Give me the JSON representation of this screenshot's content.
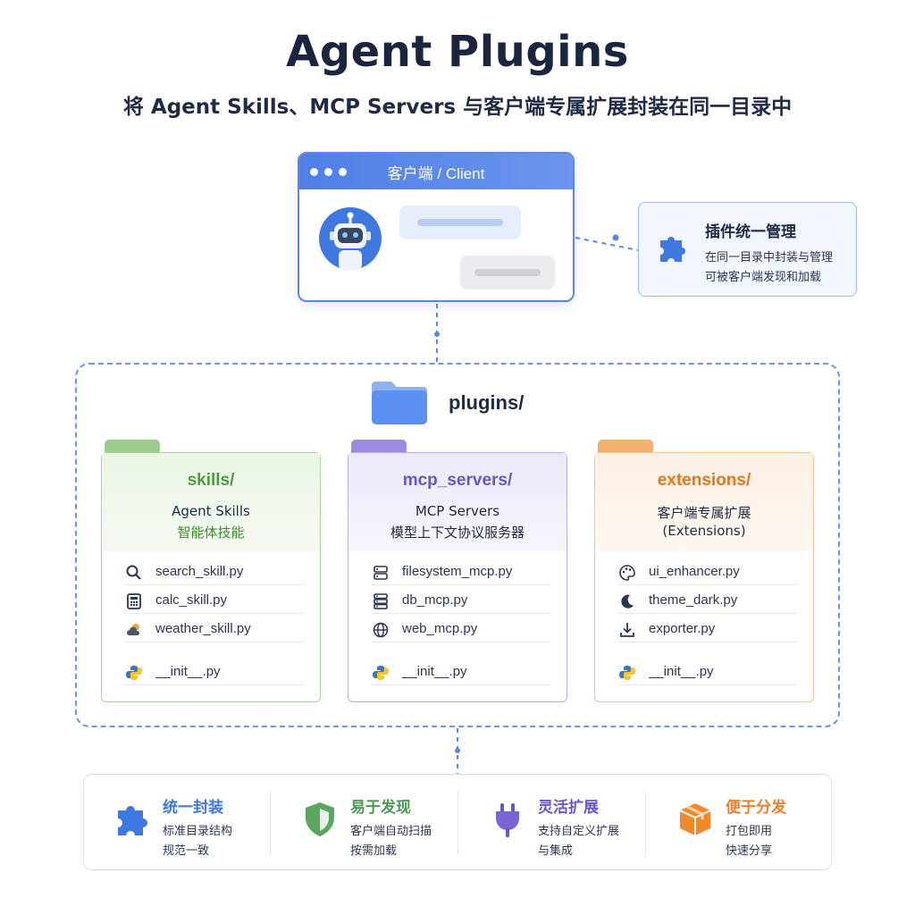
{
  "header": {
    "title": "Agent Plugins",
    "subtitle": "将 Agent Skills、MCP Servers 与客户端专属扩展封装在同一目录中"
  },
  "client": {
    "title": "客户端 / Client"
  },
  "management": {
    "title": "插件统一管理",
    "line1": "在同一目录中封装与管理",
    "line2": "可被客户端发现和加载"
  },
  "plugins": {
    "label": "plugins/",
    "columns": [
      {
        "dir": "skills/",
        "line1": "Agent Skills",
        "line2": "智能体技能",
        "color": "#5a9e4b",
        "files": [
          {
            "name": "search_skill.py",
            "icon": "search-icon"
          },
          {
            "name": "calc_skill.py",
            "icon": "calculator-icon"
          },
          {
            "name": "weather_skill.py",
            "icon": "weather-icon"
          },
          {
            "name": "__init__.py",
            "icon": "python-icon"
          }
        ]
      },
      {
        "dir": "mcp_servers/",
        "line1": "MCP Servers",
        "line2": "模型上下文协议服务器",
        "color": "#6a55c8",
        "files": [
          {
            "name": "filesystem_mcp.py",
            "icon": "server-icon"
          },
          {
            "name": "db_mcp.py",
            "icon": "database-icon"
          },
          {
            "name": "web_mcp.py",
            "icon": "globe-icon"
          },
          {
            "name": "__init__.py",
            "icon": "python-icon"
          }
        ]
      },
      {
        "dir": "extensions/",
        "line1": "客户端专属扩展",
        "line2": "(Extensions)",
        "color": "#e8822c",
        "files": [
          {
            "name": "ui_enhancer.py",
            "icon": "palette-icon"
          },
          {
            "name": "theme_dark.py",
            "icon": "moon-icon"
          },
          {
            "name": "exporter.py",
            "icon": "download-icon"
          },
          {
            "name": "__init__.py",
            "icon": "python-icon"
          }
        ]
      }
    ]
  },
  "features": [
    {
      "title": "统一封装",
      "line1": "标准目录结构",
      "line2": "规范一致",
      "color": "#3f78e0",
      "icon": "puzzle-icon"
    },
    {
      "title": "易于发现",
      "line1": "客户端自动扫描",
      "line2": "按需加载",
      "color": "#4a9a55",
      "icon": "shield-icon"
    },
    {
      "title": "灵活扩展",
      "line1": "支持自定义扩展",
      "line2": "与集成",
      "color": "#6a55c8",
      "icon": "plug-icon"
    },
    {
      "title": "便于分发",
      "line1": "打包即用",
      "line2": "快速分享",
      "color": "#e8822c",
      "icon": "package-icon"
    }
  ]
}
